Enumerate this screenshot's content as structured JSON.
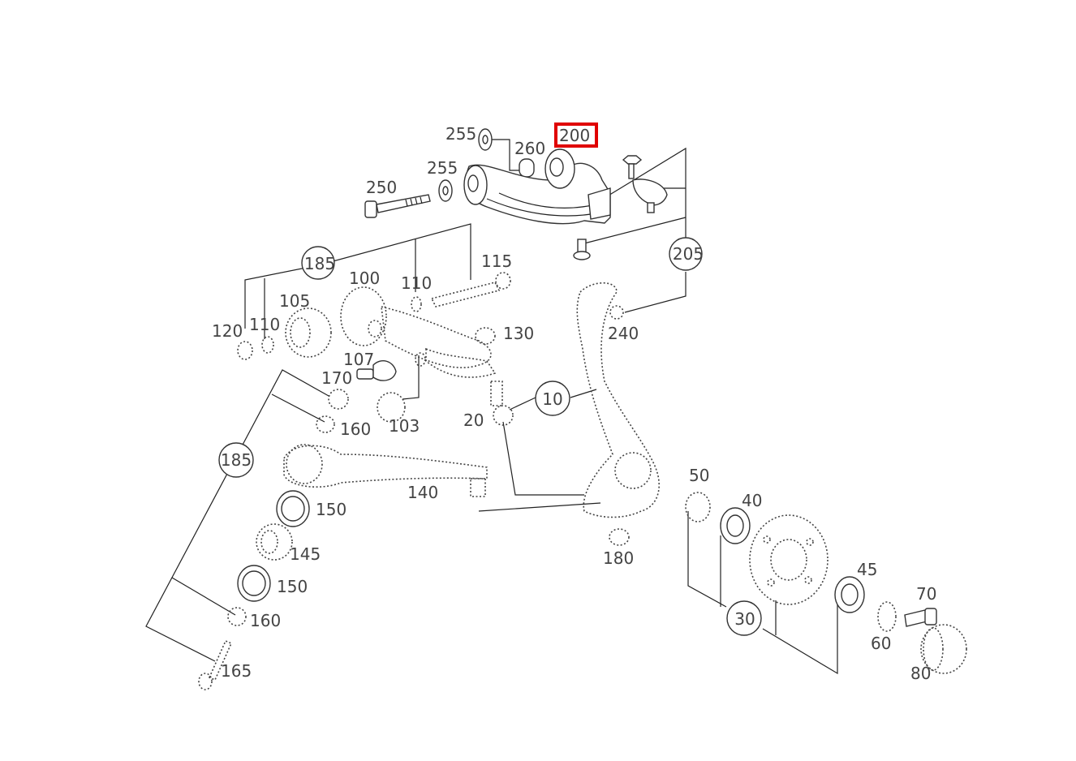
{
  "diagram": {
    "highlighted_part": "200",
    "highlight_color": "#e00000",
    "labels": {
      "p255a": "255",
      "p260": "260",
      "p200": "200",
      "p255b": "255",
      "p250": "250",
      "p205": "205",
      "p185a": "185",
      "p115": "115",
      "p110a": "110",
      "p100": "100",
      "p105": "105",
      "p120": "120",
      "p110b": "110",
      "p130": "130",
      "p240": "240",
      "p107": "107",
      "p170": "170",
      "p160a": "160",
      "p103": "103",
      "p10": "10",
      "p20": "20",
      "p185b": "185",
      "p140": "140",
      "p150a": "150",
      "p145": "145",
      "p150b": "150",
      "p160b": "160",
      "p165": "165",
      "p180": "180",
      "p50": "50",
      "p40": "40",
      "p45": "45",
      "p70": "70",
      "p30": "30",
      "p60": "60",
      "p80": "80"
    }
  }
}
